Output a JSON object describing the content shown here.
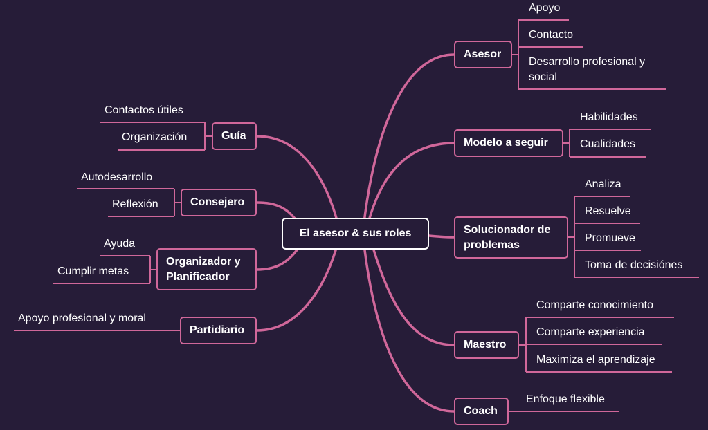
{
  "colors": {
    "background": "#261c38",
    "branch": "#d0679a",
    "center_border": "#ffffff"
  },
  "center": "El asesor & sus roles",
  "right": [
    {
      "label": "Asesor",
      "children": [
        "Apoyo",
        "Contacto",
        "Desarrollo profesional y social"
      ]
    },
    {
      "label": "Modelo a seguir",
      "children": [
        "Habilidades",
        "Cualidades"
      ]
    },
    {
      "label": "Solucionador de problemas",
      "children": [
        "Analiza",
        "Resuelve",
        "Promueve",
        "Toma de decisiónes"
      ]
    },
    {
      "label": "Maestro",
      "children": [
        "Comparte conocimiento",
        "Comparte experiencia",
        "Maximiza el aprendizaje"
      ]
    },
    {
      "label": "Coach",
      "children": [
        "Enfoque flexible"
      ]
    }
  ],
  "left": [
    {
      "label": "Guía",
      "children": [
        "Contactos útiles",
        "Organización"
      ]
    },
    {
      "label": "Consejero",
      "children": [
        "Autodesarrollo",
        "Reflexión"
      ]
    },
    {
      "label": "Organizador y Planificador",
      "children": [
        "Ayuda",
        "Cumplir metas"
      ]
    },
    {
      "label": "Partidiario",
      "children": [
        "Apoyo profesional y moral"
      ]
    }
  ]
}
